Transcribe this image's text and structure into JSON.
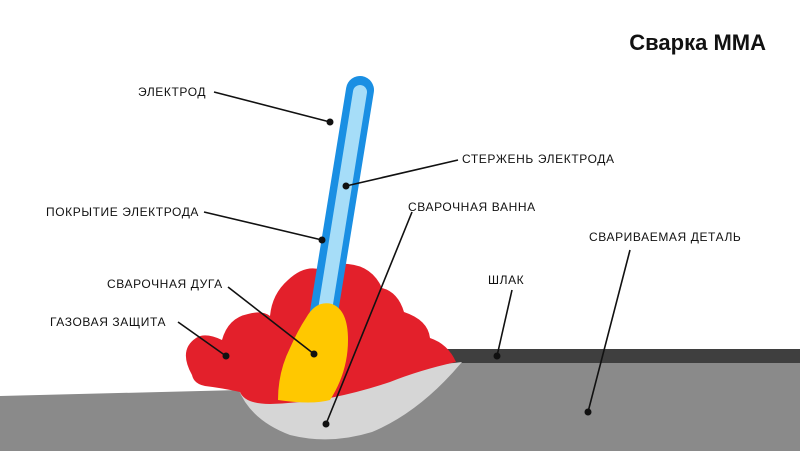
{
  "title": "Сварка ММА",
  "labels": {
    "electrode": "ЭЛЕКТРОД",
    "electrode_core": "СТЕРЖЕНЬ ЭЛЕКТРОДА",
    "electrode_coating": "ПОКРЫТИЕ ЭЛЕКТРОДА",
    "weld_pool": "СВАРОЧНАЯ ВАННА",
    "workpiece": "СВАРИВАЕМАЯ ДЕТАЛЬ",
    "slag": "ШЛАК",
    "welding_arc": "СВАРОЧНАЯ ДУГА",
    "gas_shield": "ГАЗОВАЯ ЗАЩИТА"
  },
  "colors": {
    "workpiece": "#8a8a8a",
    "slag": "#3f3f3f",
    "gas_shield": "#e3202b",
    "arc": "#ffc800",
    "weld_pool": "#d6d6d6",
    "electrode_coating": "#1a8fe3",
    "electrode_core": "#a6ddf8",
    "leader": "#111111"
  }
}
